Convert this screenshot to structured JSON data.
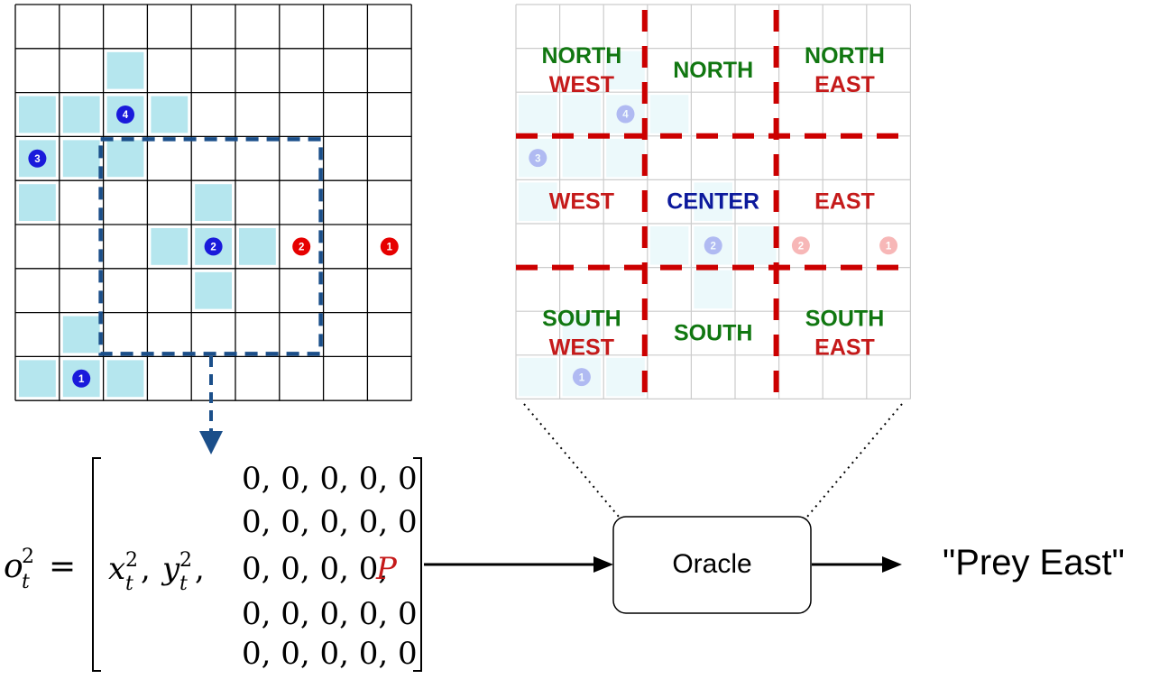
{
  "left_grid": {
    "rows": 9,
    "cols": 9,
    "shaded_cells": [
      [
        2,
        1
      ],
      [
        0,
        2
      ],
      [
        1,
        2
      ],
      [
        2,
        2
      ],
      [
        3,
        2
      ],
      [
        0,
        3
      ],
      [
        1,
        3
      ],
      [
        2,
        3
      ],
      [
        0,
        4
      ],
      [
        4,
        4
      ],
      [
        3,
        5
      ],
      [
        4,
        5
      ],
      [
        5,
        5
      ],
      [
        4,
        6
      ],
      [
        1,
        7
      ],
      [
        0,
        8
      ],
      [
        1,
        8
      ],
      [
        2,
        8
      ]
    ],
    "predators": [
      {
        "label": "1",
        "col": 1,
        "row": 8,
        "color": "#1a1adb"
      },
      {
        "label": "2",
        "col": 4,
        "row": 5,
        "color": "#1a1adb"
      },
      {
        "label": "3",
        "col": 0,
        "row": 3,
        "color": "#1a1adb"
      },
      {
        "label": "4",
        "col": 2,
        "row": 2,
        "color": "#1a1adb"
      }
    ],
    "prey": [
      {
        "label": "2",
        "col": 6,
        "row": 5,
        "color": "#e60000"
      },
      {
        "label": "1",
        "col": 8,
        "row": 5,
        "color": "#e60000"
      }
    ],
    "observation_window": {
      "col": 2,
      "row": 3,
      "size": 5
    }
  },
  "right_grid": {
    "rows": 9,
    "cols": 9,
    "regions": [
      {
        "line1": "NORTH",
        "line2": "WEST",
        "c1": "#117711",
        "c2": "#c51a1a",
        "col": 1.5,
        "row": 1.5
      },
      {
        "line1": "NORTH",
        "line2": "",
        "c1": "#117711",
        "c2": "#117711",
        "col": 4.5,
        "row": 1.5
      },
      {
        "line1": "NORTH",
        "line2": "EAST",
        "c1": "#117711",
        "c2": "#c51a1a",
        "col": 7.5,
        "row": 1.5
      },
      {
        "line1": "WEST",
        "line2": "",
        "c1": "#c51a1a",
        "c2": "#c51a1a",
        "col": 1.5,
        "row": 4.5
      },
      {
        "line1": "CENTER",
        "line2": "",
        "c1": "#0d1a9c",
        "c2": "#0d1a9c",
        "col": 4.5,
        "row": 4.5
      },
      {
        "line1": "EAST",
        "line2": "",
        "c1": "#c51a1a",
        "c2": "#c51a1a",
        "col": 7.5,
        "row": 4.5
      },
      {
        "line1": "SOUTH",
        "line2": "WEST",
        "c1": "#117711",
        "c2": "#c51a1a",
        "col": 1.5,
        "row": 7.5
      },
      {
        "line1": "SOUTH",
        "line2": "",
        "c1": "#117711",
        "c2": "#117711",
        "col": 4.5,
        "row": 7.5
      },
      {
        "line1": "SOUTH",
        "line2": "EAST",
        "c1": "#117711",
        "c2": "#c51a1a",
        "col": 7.5,
        "row": 7.5
      }
    ]
  },
  "observation": {
    "lhs_base": "o",
    "lhs_sub": "t",
    "lhs_sup": "2",
    "equals": "=",
    "x_base": "x",
    "y_base": "y",
    "sub": "t",
    "sup": "2",
    "sep": ",",
    "matrix_rows": [
      "0, 0, 0, 0, 0",
      "0, 0, 0, 0, 0",
      "0, 0, 0, 0,",
      "0, 0, 0, 0, 0",
      "0, 0, 0, 0, 0"
    ],
    "prey_symbol": "P",
    "prey_color": "#c51a1a"
  },
  "oracle": {
    "label": "Oracle"
  },
  "output": {
    "text": "\"Prey East\""
  },
  "colors": {
    "cell_shade": "#b5e6ee",
    "window_line": "#1b4f8a",
    "divider_line": "#cc0000",
    "grid_line_left": "#000000",
    "grid_line_right": "#cccccc"
  }
}
